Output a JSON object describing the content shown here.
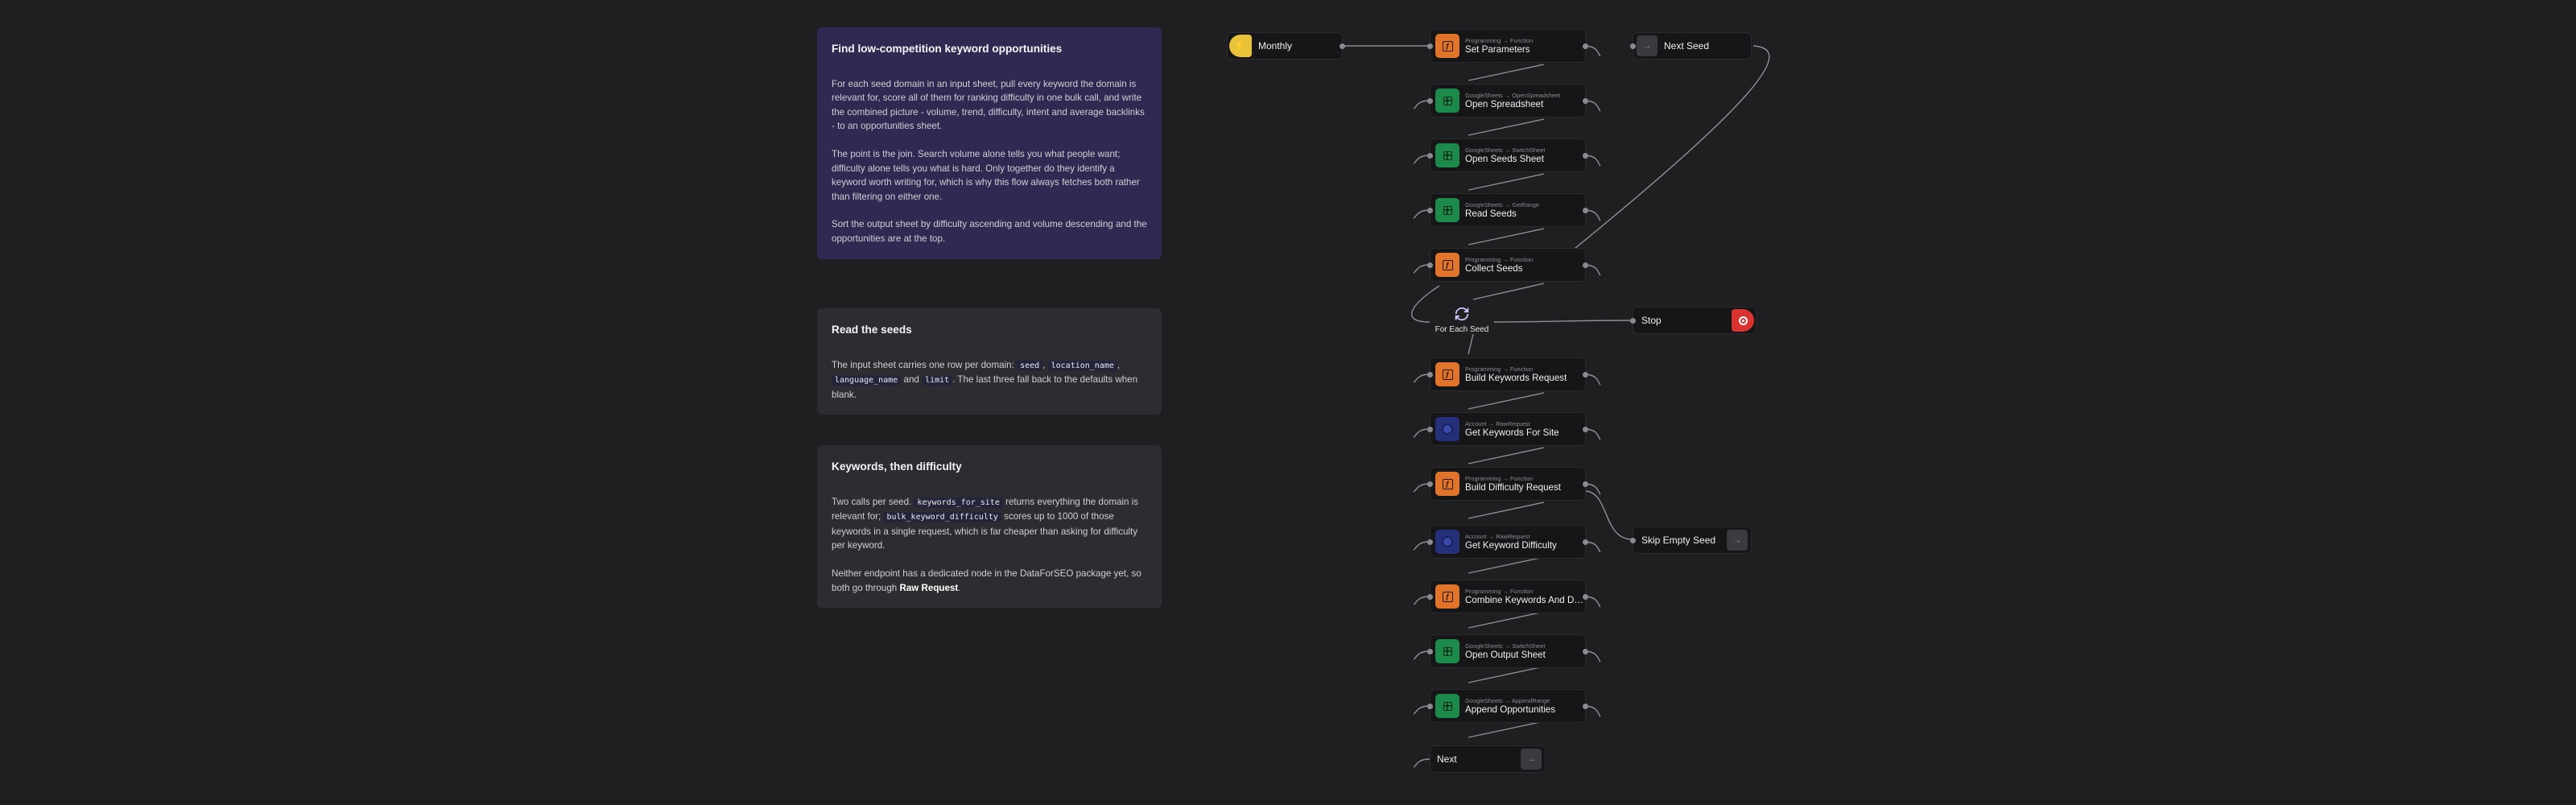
{
  "notes": [
    {
      "title": "Find low-competition keyword opportunities",
      "paragraphs": [
        "For each seed domain in an input sheet, pull every keyword the domain is relevant for, score all of them for ranking difficulty in one bulk call, and write the combined picture - volume, trend, difficulty, intent and average backlinks - to an opportunities sheet.",
        "The point is the join. Search volume alone tells you what people want; difficulty alone tells you what is hard. Only together do they identify a keyword worth writing for, which is why this flow always fetches both rather than filtering on either one.",
        "Sort the output sheet by difficulty ascending and volume descending and the opportunities are at the top."
      ]
    },
    {
      "title": "Read the seeds",
      "p1_before": "The input sheet carries one row per domain:",
      "codes": [
        "seed",
        "location_name",
        "language_name",
        "limit"
      ],
      "and_word": "and",
      "p1_after": ". The last three fall back to the defaults when blank."
    },
    {
      "title": "Keywords, then difficulty",
      "p1_a": "Two calls per seed.",
      "code1": "keywords_for_site",
      "p1_b": "returns everything the domain is relevant for;",
      "code2": "bulk_keyword_difficulty",
      "p1_c": "scores up to 1000 of those keywords in a single request, which is far cheaper than asking for difficulty per keyword.",
      "p2_a": "Neither endpoint has a dedicated node in the DataForSEO package yet, so both go through",
      "p2_bold": "Raw Request",
      "p2_c": "."
    }
  ],
  "trigger": {
    "label": "Monthly",
    "icon": "lightning-icon"
  },
  "nodes": [
    {
      "sub": "Programming → Function",
      "title": "Set Parameters",
      "color": "orange",
      "icon": "function-icon"
    },
    {
      "sub": "GoogleSheets → OpenSpreadsheet",
      "title": "Open Spreadsheet",
      "color": "green",
      "icon": "sheet-icon"
    },
    {
      "sub": "GoogleSheets → SwitchSheet",
      "title": "Open Seeds Sheet",
      "color": "green",
      "icon": "sheet-icon"
    },
    {
      "sub": "GoogleSheets → GetRange",
      "title": "Read Seeds",
      "color": "green",
      "icon": "sheet-icon"
    },
    {
      "sub": "Programming → Function",
      "title": "Collect Seeds",
      "color": "orange",
      "icon": "function-icon"
    },
    {
      "sub": "Programming → Function",
      "title": "Build Keywords Request",
      "color": "orange",
      "icon": "function-icon"
    },
    {
      "sub": "Account → RawRequest",
      "title": "Get Keywords For Site",
      "color": "navy",
      "icon": "api-icon"
    },
    {
      "sub": "Programming → Function",
      "title": "Build Difficulty Request",
      "color": "orange",
      "icon": "function-icon"
    },
    {
      "sub": "Account → RawRequest",
      "title": "Get Keyword Difficulty",
      "color": "navy",
      "icon": "api-icon"
    },
    {
      "sub": "Programming → Function",
      "title": "Combine Keywords And Difficulty",
      "color": "orange",
      "icon": "function-icon"
    },
    {
      "sub": "GoogleSheets → SwitchSheet",
      "title": "Open Output Sheet",
      "color": "green",
      "icon": "sheet-icon"
    },
    {
      "sub": "GoogleSheets → AppendRange",
      "title": "Append Opportunities",
      "color": "green",
      "icon": "sheet-icon"
    }
  ],
  "loop": {
    "label": "For Each Seed",
    "icon": "loop-icon"
  },
  "next_seed": {
    "label": "Next Seed",
    "icon": "arrow-icon"
  },
  "stop": {
    "label": "Stop",
    "icon": "stop-icon"
  },
  "skip": {
    "label": "Skip Empty Seed",
    "icon": "arrow-icon"
  },
  "next": {
    "label": "Next",
    "icon": "arrow-icon"
  },
  "colors": {
    "background": "#1f1f22",
    "note_purple": "#302a52",
    "note_grey": "#2d2d31",
    "function": "#e0742a",
    "sheets": "#1b8a4a",
    "account": "#26307a",
    "trigger": "#e8c33a",
    "stop": "#d8332f"
  }
}
